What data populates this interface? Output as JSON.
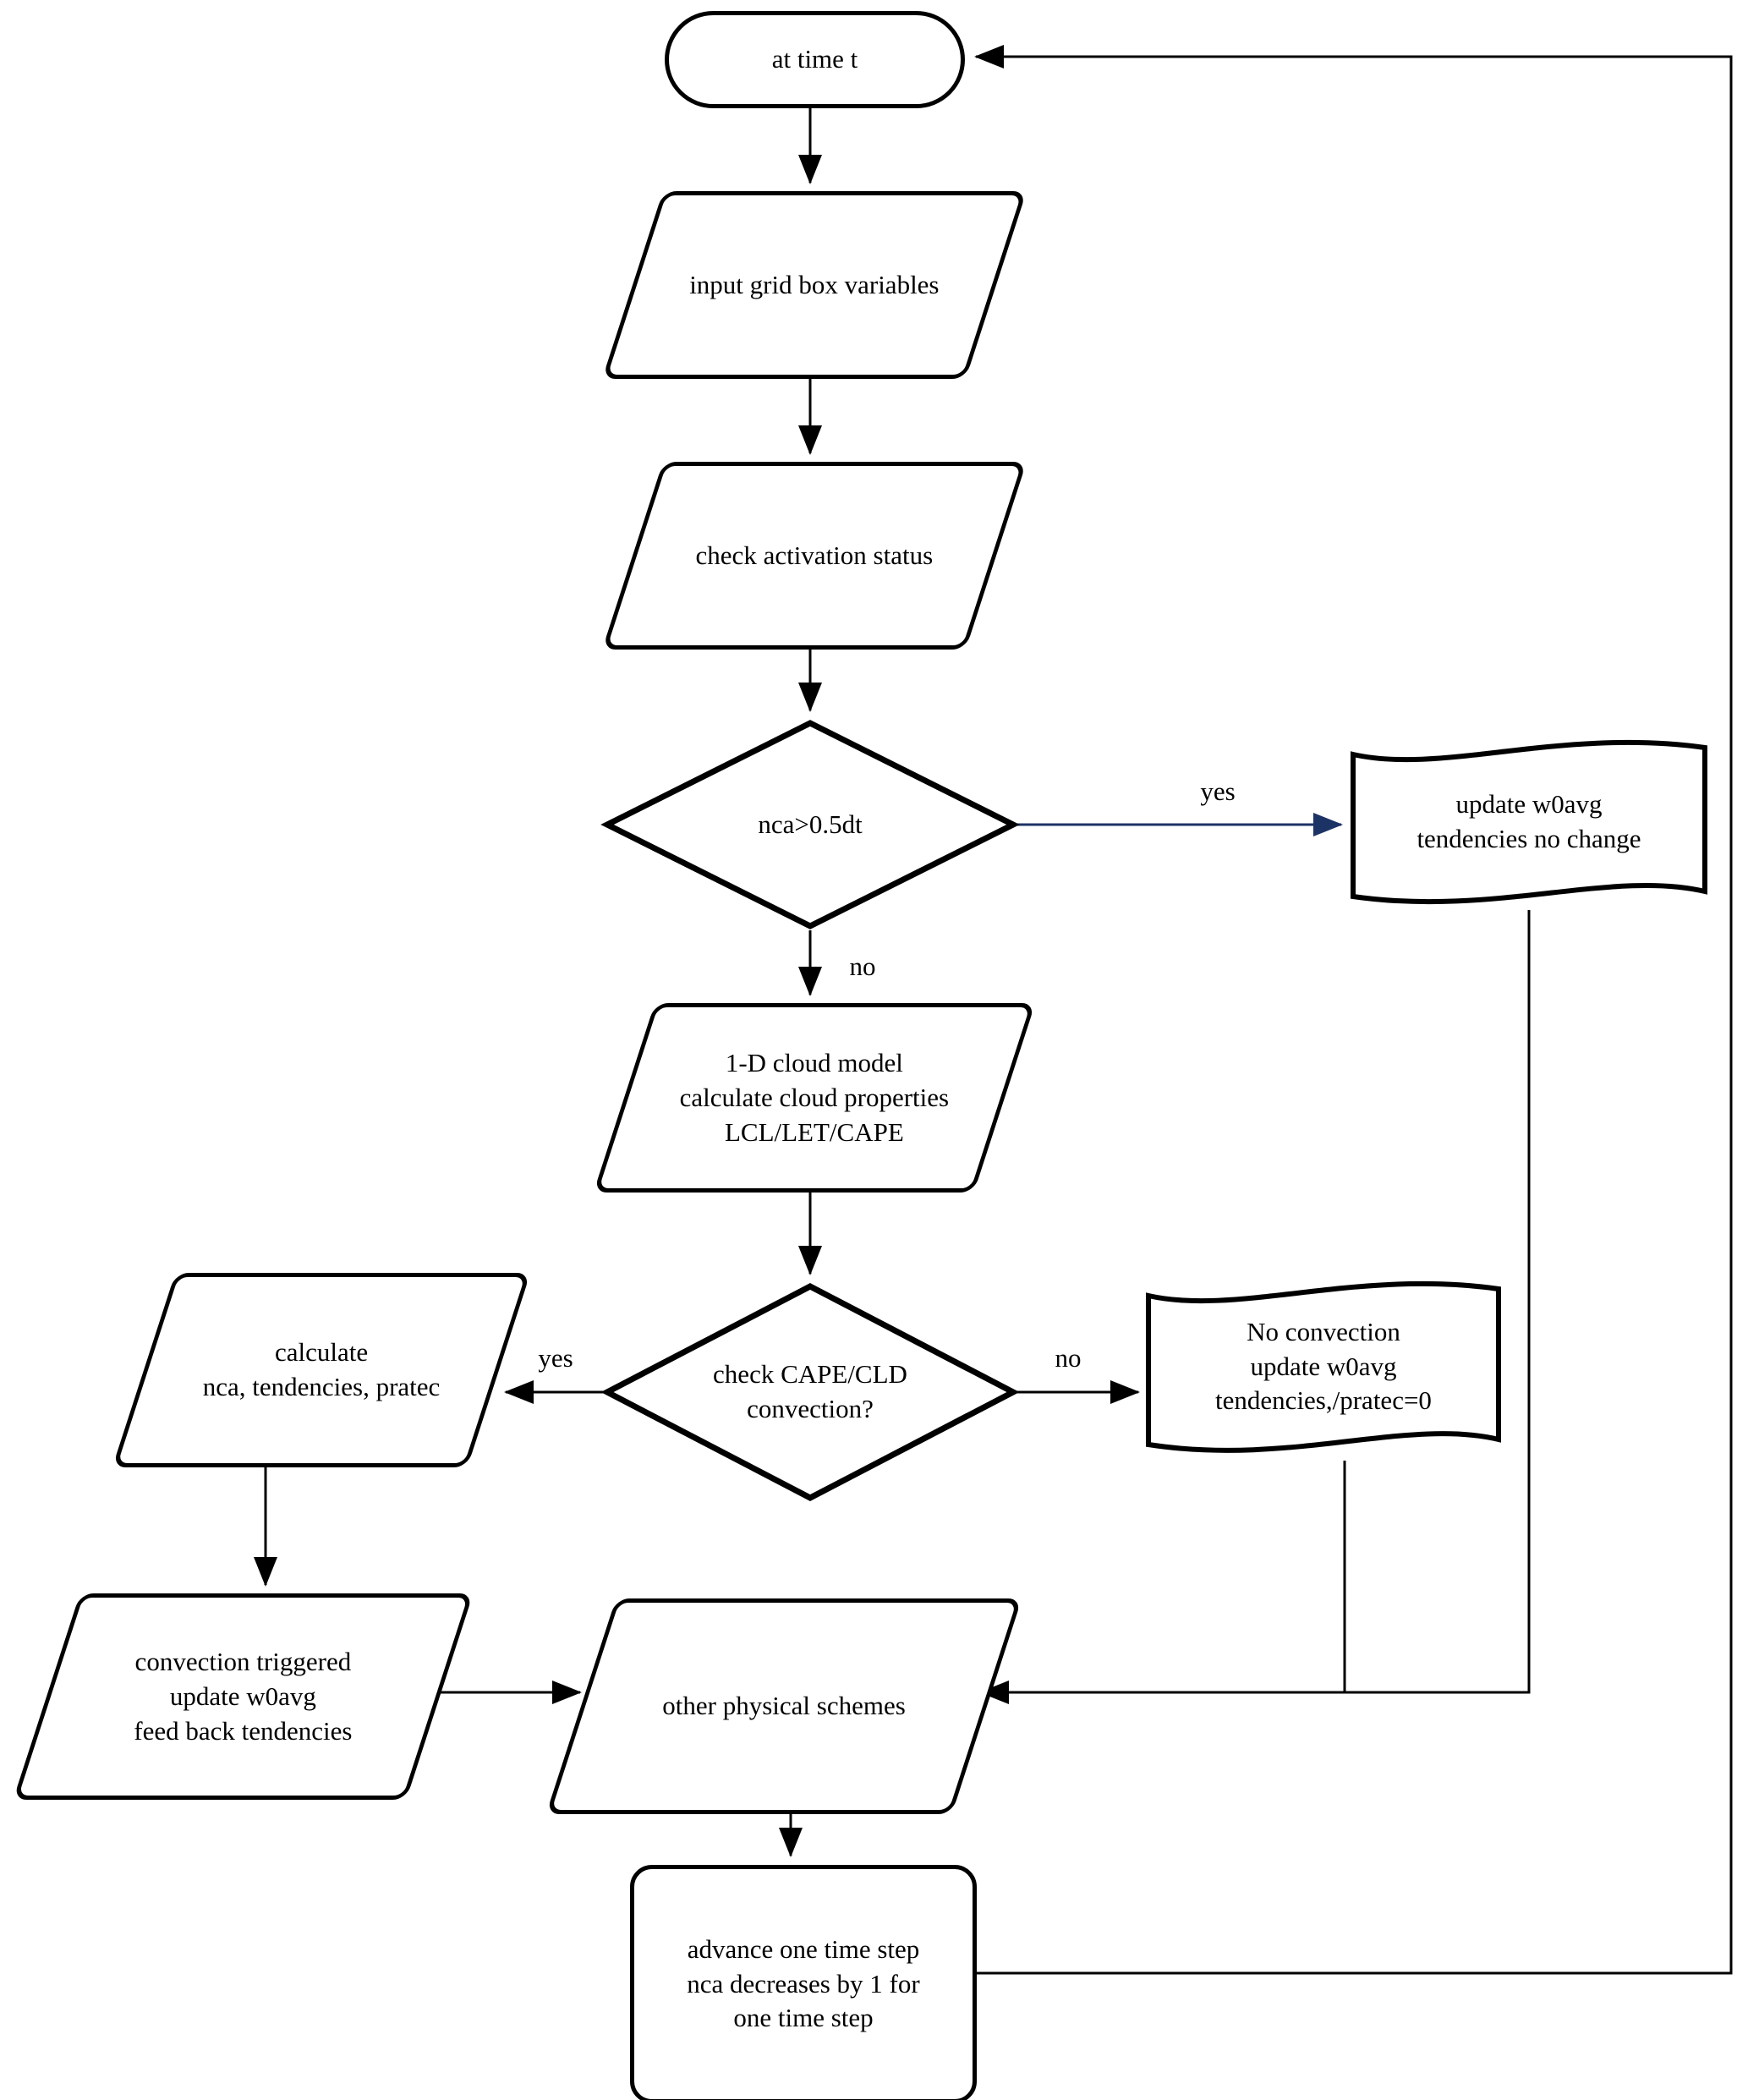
{
  "diagram": {
    "background": "#ffffff",
    "line_color": "#000000",
    "yes_arrow_color": "#1c3366",
    "shape_fill": "#ffffff",
    "nodes": {
      "start": {
        "label": "at time t"
      },
      "input_vars": {
        "label": "input grid box variables"
      },
      "check_activation": {
        "label": "check activation status"
      },
      "nca_check": {
        "label": "nca>0.5dt"
      },
      "update_w0avg_no_change": {
        "lines": [
          "update w0avg",
          "tendencies no change"
        ]
      },
      "cloud_model": {
        "lines": [
          "1-D cloud model",
          "calculate cloud properties",
          "LCL/LET/CAPE"
        ]
      },
      "cape_check": {
        "lines": [
          "check CAPE/CLD",
          "convection?"
        ]
      },
      "calc_nca": {
        "lines": [
          "calculate",
          "nca, tendencies, pratec"
        ]
      },
      "no_convection": {
        "lines": [
          "No convection",
          "update w0avg",
          "tendencies,/pratec=0"
        ]
      },
      "convection_triggered": {
        "lines": [
          "convection triggered",
          "update w0avg",
          "feed back tendencies"
        ]
      },
      "other_schemes": {
        "label": "other physical schemes"
      },
      "advance_step": {
        "lines": [
          "advance one time step",
          "nca decreases by 1 for",
          "one time step"
        ]
      }
    },
    "edge_labels": {
      "nca_yes": "yes",
      "nca_no": "no",
      "cape_yes": "yes",
      "cape_no": "no"
    }
  }
}
